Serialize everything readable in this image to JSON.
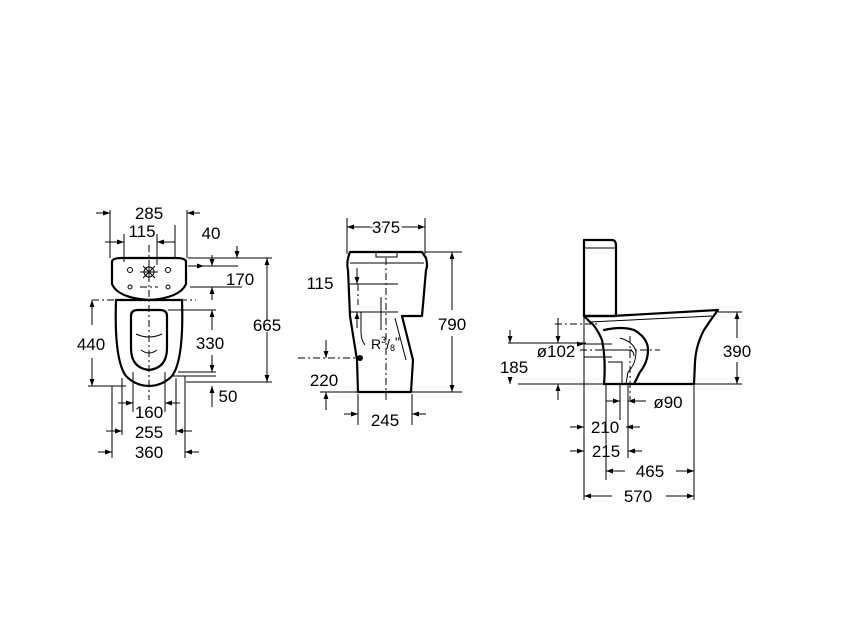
{
  "top_view": {
    "dims": {
      "d285": "285",
      "d115": "115",
      "d40": "40",
      "d170": "170",
      "d665": "665",
      "d440": "440",
      "d330": "330",
      "d50": "50",
      "d160": "160",
      "d255": "255",
      "d360": "360"
    }
  },
  "front_view": {
    "dims": {
      "d375": "375",
      "d115": "115",
      "d790": "790",
      "d220": "220",
      "d245": "245"
    },
    "thread_label": "R",
    "thread_sup": "3",
    "thread_frac": "/",
    "thread_sub": "8",
    "thread_quote": "\""
  },
  "side_view": {
    "dims": {
      "d102": "ø102",
      "d390": "390",
      "d185": "185",
      "d90": "ø90",
      "d210": "210",
      "d215": "215",
      "d465": "465",
      "d570": "570"
    }
  },
  "colors": {
    "line": "#000000",
    "background": "#ffffff"
  }
}
